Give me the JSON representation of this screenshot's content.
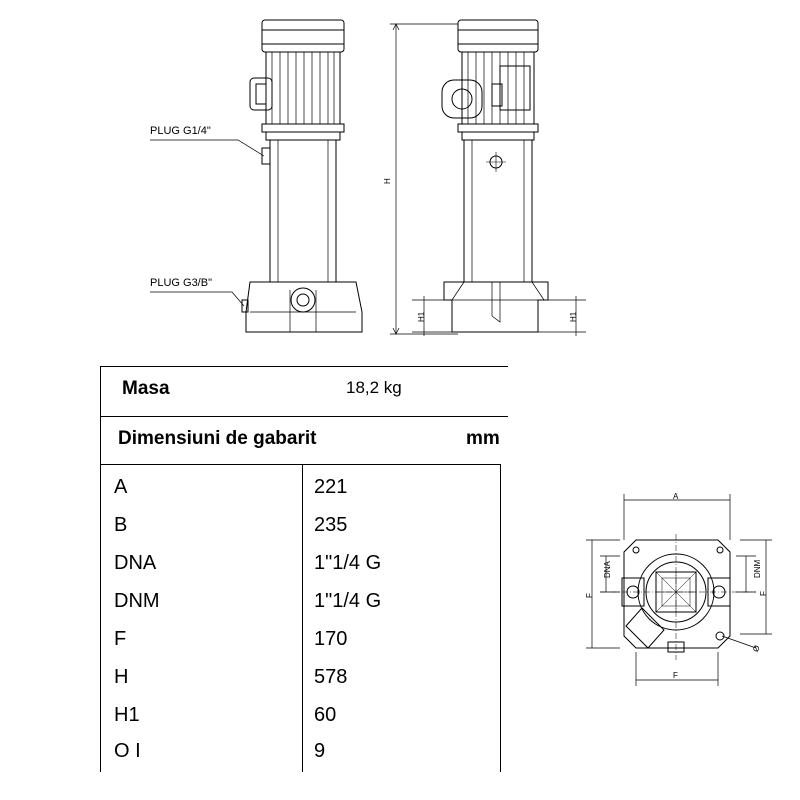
{
  "drawings": {
    "plug_top_label": "PLUG G1/4\"",
    "plug_bottom_label": "PLUG G3/B\"",
    "side_view_labels": [
      "H",
      "H1",
      "H1"
    ],
    "plan_view_labels": [
      "A",
      "DNA",
      "DNM",
      "F",
      "F",
      "F",
      "Ø"
    ]
  },
  "table": {
    "masa_label": "Masa",
    "masa_value": "18,2 kg",
    "gabarit_label": "Dimensiuni de gabarit",
    "unit": "mm",
    "rows": [
      {
        "key": "A",
        "value": "221"
      },
      {
        "key": "B",
        "value": "235"
      },
      {
        "key": "DNA",
        "value": "1\"1/4 G"
      },
      {
        "key": "DNM",
        "value": "1\"1/4 G"
      },
      {
        "key": "F",
        "value": "170"
      },
      {
        "key": "H",
        "value": "578"
      },
      {
        "key": "H1",
        "value": "60"
      },
      {
        "key": "O I",
        "value": "9"
      }
    ]
  }
}
